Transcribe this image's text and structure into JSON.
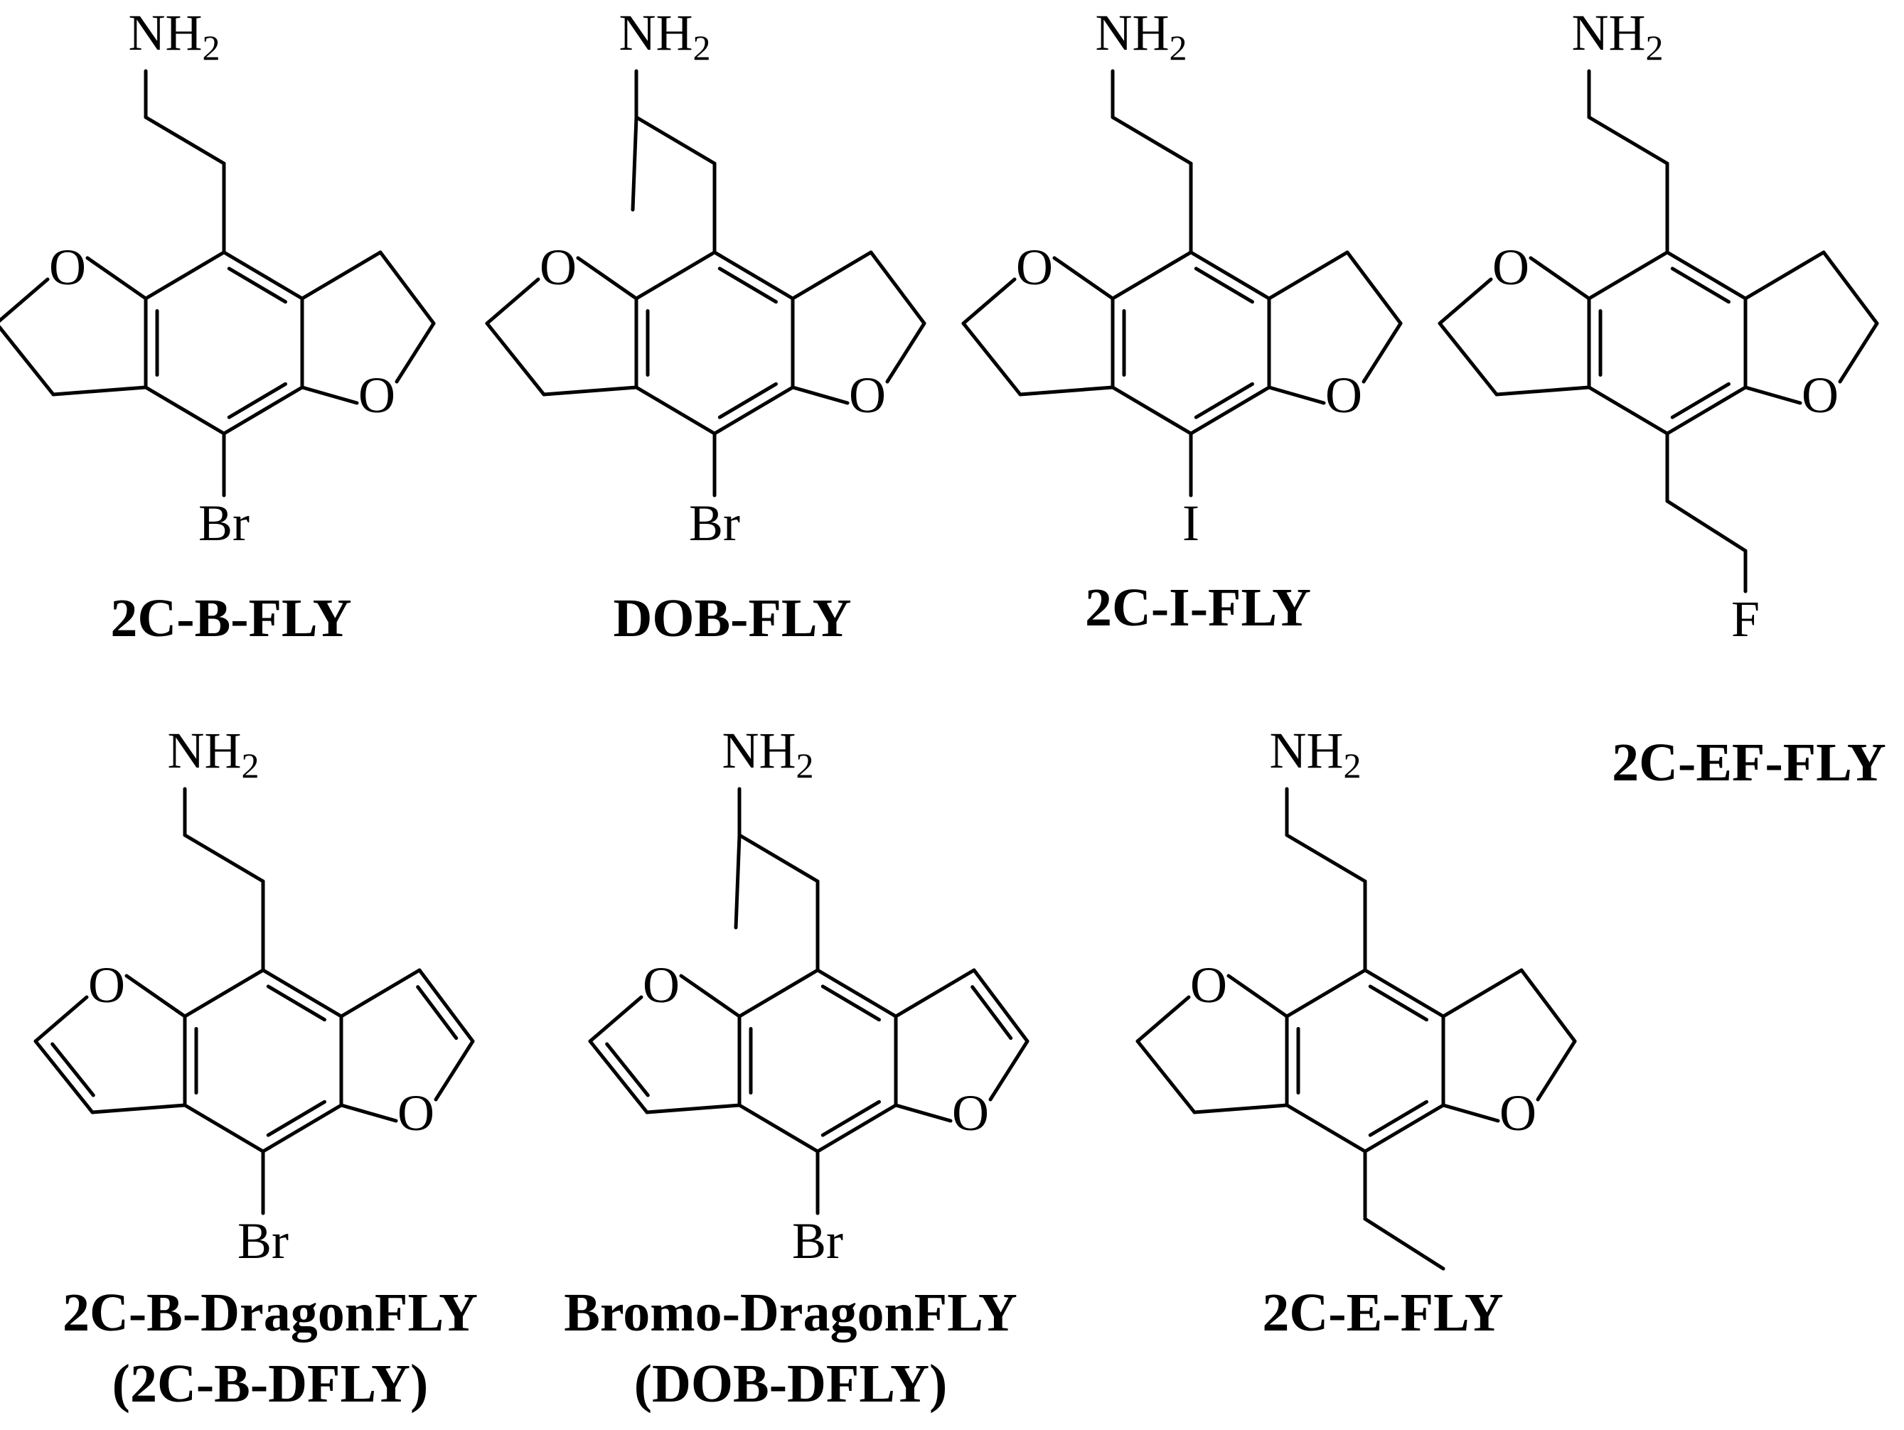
{
  "compounds": [
    {
      "id": "c1",
      "name_lines": [
        "2C-B-FLY"
      ],
      "amine": "NH",
      "amine_sub": "2",
      "substituent": "Br",
      "alpha_methyl": false,
      "outer_rings": "dihydro",
      "tail": "br"
    },
    {
      "id": "c2",
      "name_lines": [
        "DOB-FLY"
      ],
      "amine": "NH",
      "amine_sub": "2",
      "substituent": "Br",
      "alpha_methyl": true,
      "outer_rings": "dihydro",
      "tail": "br"
    },
    {
      "id": "c3",
      "name_lines": [
        "2C-I-FLY"
      ],
      "amine": "NH",
      "amine_sub": "2",
      "substituent": "I",
      "alpha_methyl": false,
      "outer_rings": "dihydro",
      "tail": "i"
    },
    {
      "id": "c4",
      "name_lines": [
        "2C-EF-FLY"
      ],
      "amine": "NH",
      "amine_sub": "2",
      "substituent": "F",
      "alpha_methyl": false,
      "outer_rings": "dihydro",
      "tail": "fluoroethyl"
    },
    {
      "id": "c5",
      "name_lines": [
        "2C-B-DragonFLY",
        "(2C-B-DFLY)"
      ],
      "amine": "NH",
      "amine_sub": "2",
      "substituent": "Br",
      "alpha_methyl": false,
      "outer_rings": "aromatic",
      "tail": "br"
    },
    {
      "id": "c6",
      "name_lines": [
        "Bromo-DragonFLY",
        "(DOB-DFLY)"
      ],
      "amine": "NH",
      "amine_sub": "2",
      "substituent": "Br",
      "alpha_methyl": true,
      "outer_rings": "aromatic",
      "tail": "br"
    },
    {
      "id": "c7",
      "name_lines": [
        "2C-E-FLY"
      ],
      "amine": "NH",
      "amine_sub": "2",
      "substituent": "",
      "alpha_methyl": false,
      "outer_rings": "dihydro",
      "tail": "ethyl"
    }
  ],
  "ring_oxygen": "O"
}
